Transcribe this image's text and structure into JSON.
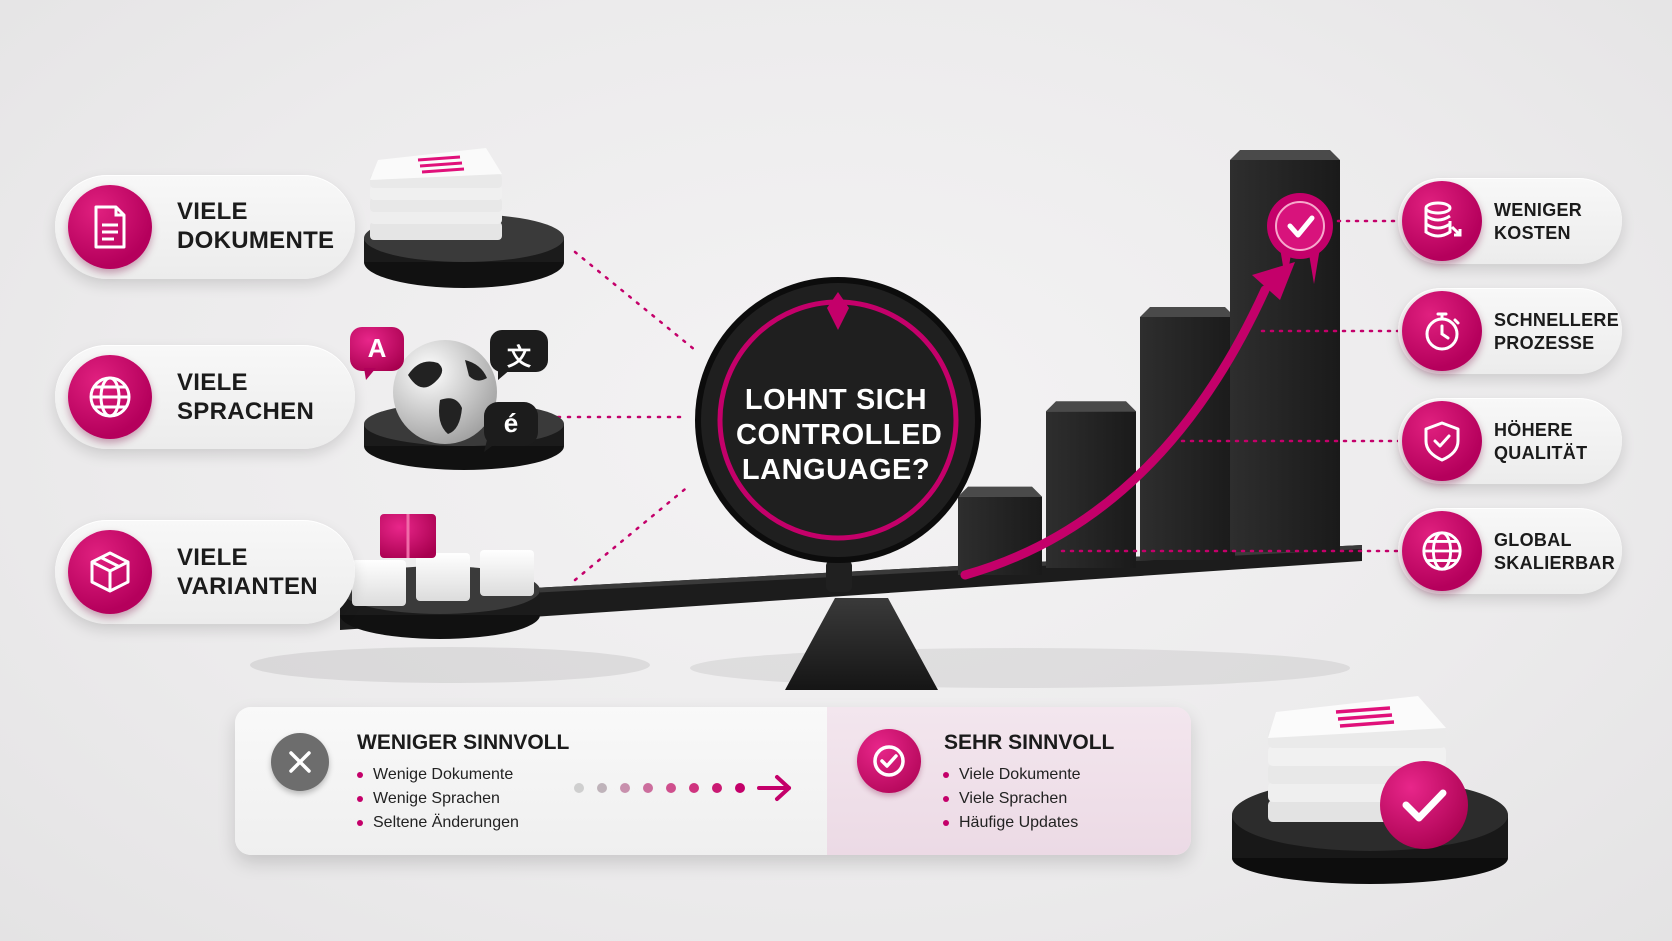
{
  "colors": {
    "accent": "#c4006a",
    "dark": "#1e1e1e",
    "panel_left": "#f4f4f4",
    "panel_right": "#efdde8"
  },
  "center_question": {
    "line1": "LOHNT SICH",
    "line2": "CONTROLLED",
    "line3": "LANGUAGE?"
  },
  "left_factors": [
    {
      "icon": "document-icon",
      "line1": "VIELE",
      "line2": "DOKUMENTE"
    },
    {
      "icon": "globe-icon",
      "line1": "VIELE",
      "line2": "SPRACHEN"
    },
    {
      "icon": "box-icon",
      "line1": "VIELE",
      "line2": "VARIANTEN"
    }
  ],
  "language_bubbles": {
    "a": "A",
    "zh": "文",
    "e": "é"
  },
  "right_benefits": [
    {
      "icon": "database-down-icon",
      "line1": "WENIGER",
      "line2": "KOSTEN"
    },
    {
      "icon": "stopwatch-icon",
      "line1": "SCHNELLERE",
      "line2": "PROZESSE"
    },
    {
      "icon": "shield-check-icon",
      "line1": "HÖHERE",
      "line2": "QUALITÄT"
    },
    {
      "icon": "globe-icon",
      "line1": "GLOBAL",
      "line2": "SKALIERBAR"
    }
  ],
  "growth_bars": [
    0.2,
    0.4,
    0.62,
    1.0
  ],
  "comparison": {
    "less": {
      "icon": "x-icon",
      "title": "WENIGER SINNVOLL",
      "items": [
        "Wenige Dokumente",
        "Wenige Sprachen",
        "Seltene Änderungen"
      ]
    },
    "more": {
      "icon": "check-icon",
      "title": "SEHR SINNVOLL",
      "items": [
        "Viele Dokumente",
        "Viele Sprachen",
        "Häufige Updates"
      ]
    }
  }
}
